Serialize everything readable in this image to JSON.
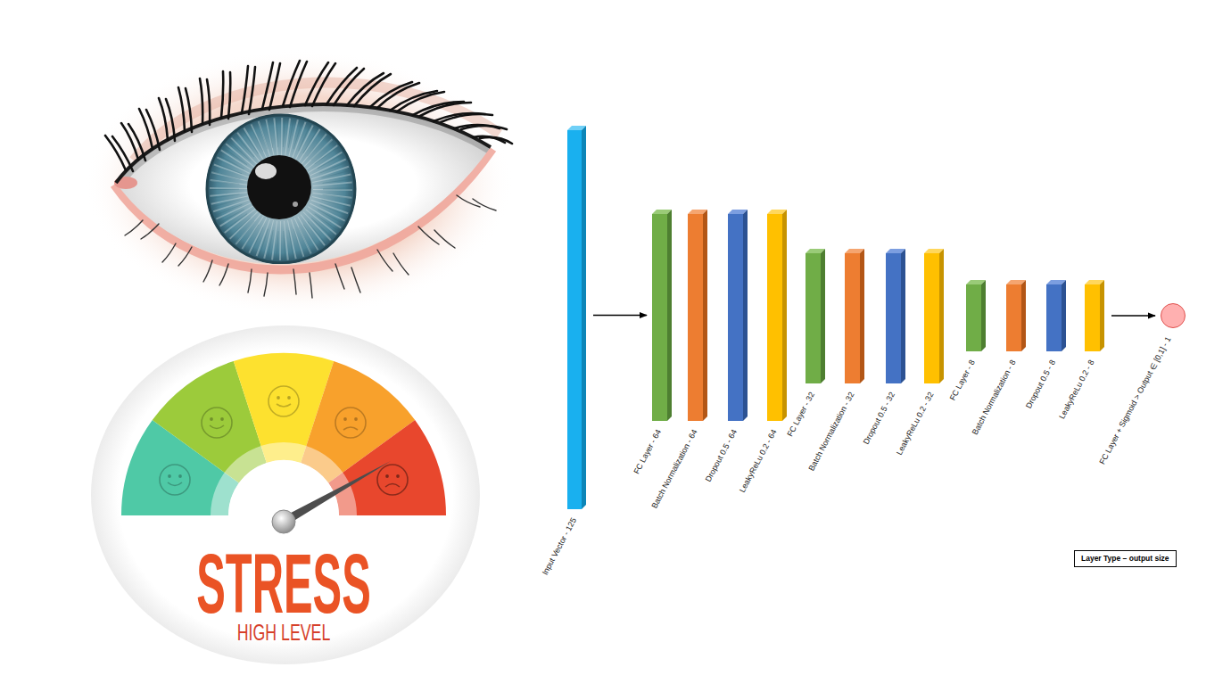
{
  "diagram": {
    "nodes": [
      {
        "text": [
          "Input Vector - 125"
        ]
      },
      {
        "text": [
          "FC Layer - 64"
        ]
      },
      {
        "text": [
          "Batch Normalization - 64"
        ]
      },
      {
        "text": [
          "Dropout 0.5 - 64"
        ]
      },
      {
        "text": [
          "LeakyReLu 0.2 - 64"
        ]
      },
      {
        "text": [
          "FC Layer - 32"
        ]
      },
      {
        "text": [
          "Batch Normalization - 32"
        ]
      },
      {
        "text": [
          "Dropout 0.5 - 32"
        ]
      },
      {
        "text": [
          "LeakyReLu 0.2 - 32"
        ]
      },
      {
        "text": [
          "FC Layer - 8"
        ]
      },
      {
        "text": [
          "Batch Normalization - 8"
        ]
      },
      {
        "text": [
          "Dropout 0.5 - 8"
        ]
      },
      {
        "text": [
          "LeakyReLu 0.2 - 8"
        ]
      },
      {
        "text": [
          "FC Layer + Sigmoid > Output ∈ [0,1] - 1"
        ]
      },
      {
        "text": [
          "Layer Type – output size"
        ]
      }
    ],
    "edges": [
      {
        "from": 0,
        "to": 1,
        "arrow": "to"
      },
      {
        "from": 12,
        "to": 13,
        "arrow": "to"
      }
    ],
    "labels": [
      "STRESS",
      "HIGH LEVEL"
    ]
  }
}
